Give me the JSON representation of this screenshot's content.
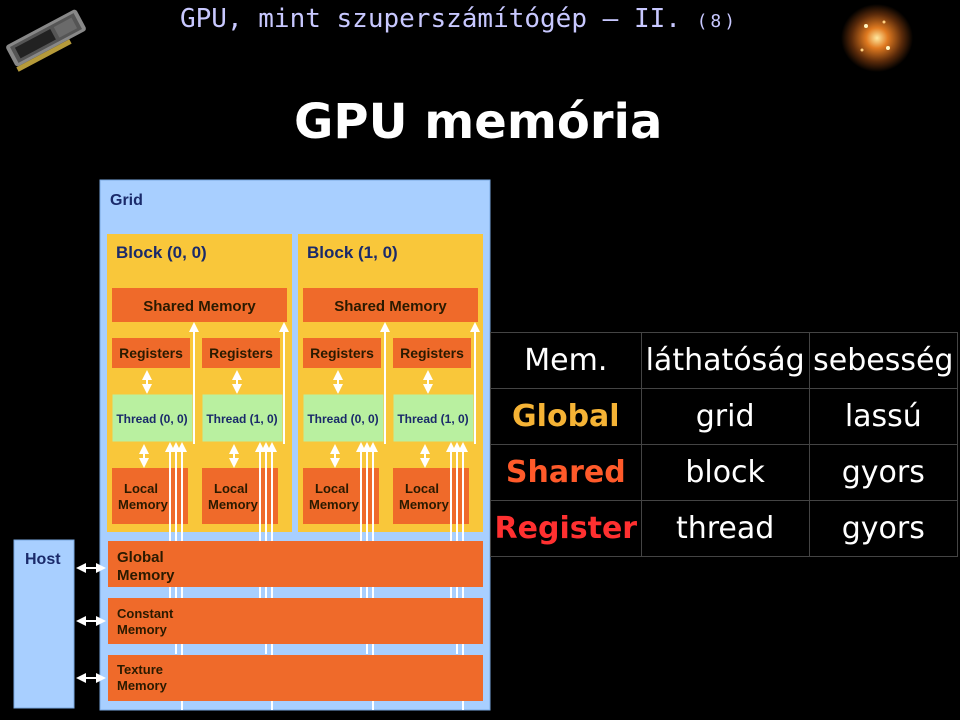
{
  "header": {
    "title": "GPU, mint szuperszámítógép – II.",
    "page": "(8)"
  },
  "slide_title": "GPU memória",
  "diagram": {
    "grid_label": "Grid",
    "blocks": [
      {
        "label": "Block (0, 0)",
        "shared": "Shared Memory",
        "registers": [
          "Registers",
          "Registers"
        ],
        "threads": [
          "Thread (0, 0)",
          "Thread (1, 0)"
        ],
        "local": [
          "Local\nMemory",
          "Local\nMemory"
        ]
      },
      {
        "label": "Block (1, 0)",
        "shared": "Shared Memory",
        "registers": [
          "Registers",
          "Registers"
        ],
        "threads": [
          "Thread (0, 0)",
          "Thread (1, 0)"
        ],
        "local": [
          "Local\nMemory",
          "Local\nMemory"
        ]
      }
    ],
    "host_label": "Host",
    "global_label": "Global\nMemory",
    "constant_label": "Constant\nMemory",
    "texture_label": "Texture\nMemory"
  },
  "table": {
    "headers": [
      "Mem.",
      "láthatóság",
      "sebesség"
    ],
    "rows": [
      {
        "type": "Global",
        "visibility": "grid",
        "speed": "lassú",
        "color": "#f5b335"
      },
      {
        "type": "Shared",
        "visibility": "block",
        "speed": "gyors",
        "color": "#ff5a2a"
      },
      {
        "type": "Register",
        "visibility": "thread",
        "speed": "gyors",
        "color": "#ff3030"
      }
    ]
  },
  "colors": {
    "grid_bg": "#a8cfff",
    "block_bg": "#f9c73a",
    "memory_orange": "#ef6a2a",
    "thread_green": "#b9f0a0",
    "header_text": "#c8c8ff"
  }
}
